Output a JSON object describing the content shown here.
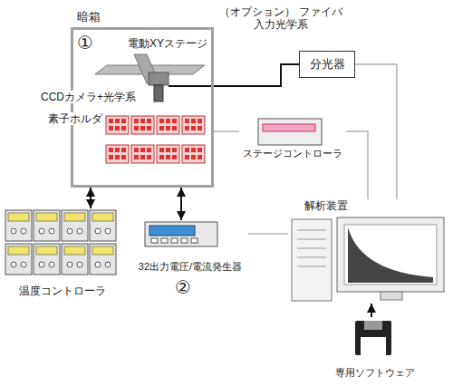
{
  "diagram": {
    "nodes": [
      {
        "text": [
          "暗箱"
        ]
      },
      {
        "text": [
          "分光器"
        ]
      },
      {
        "text": [
          "ステージコントローラ"
        ]
      },
      {
        "text": [
          "温度コントローラ"
        ]
      },
      {
        "text": [
          "32出力電圧/電流発生器"
        ]
      },
      {
        "text": [
          "解析装置"
        ]
      },
      {
        "text": [
          "専用ソフトウェア"
        ]
      }
    ],
    "edges": [
      {
        "from": 0,
        "to": 3,
        "arrow": "both"
      },
      {
        "from": 0,
        "to": 4,
        "arrow": "both"
      },
      {
        "from": 0,
        "to": 1,
        "arrow": "none"
      },
      {
        "from": 0,
        "to": 2,
        "arrow": "none"
      },
      {
        "from": 1,
        "to": 5,
        "arrow": "none"
      },
      {
        "from": 2,
        "to": 5,
        "arrow": "none"
      },
      {
        "from": 4,
        "to": 5,
        "arrow": "none"
      },
      {
        "from": 6,
        "to": 5,
        "arrow": "to"
      }
    ],
    "labels": [
      "①",
      "電動XYステージ",
      "CCDカメラ+光学系",
      "素子ホルダ",
      "（オプション） ファイバ入力光学系",
      "②"
    ]
  }
}
